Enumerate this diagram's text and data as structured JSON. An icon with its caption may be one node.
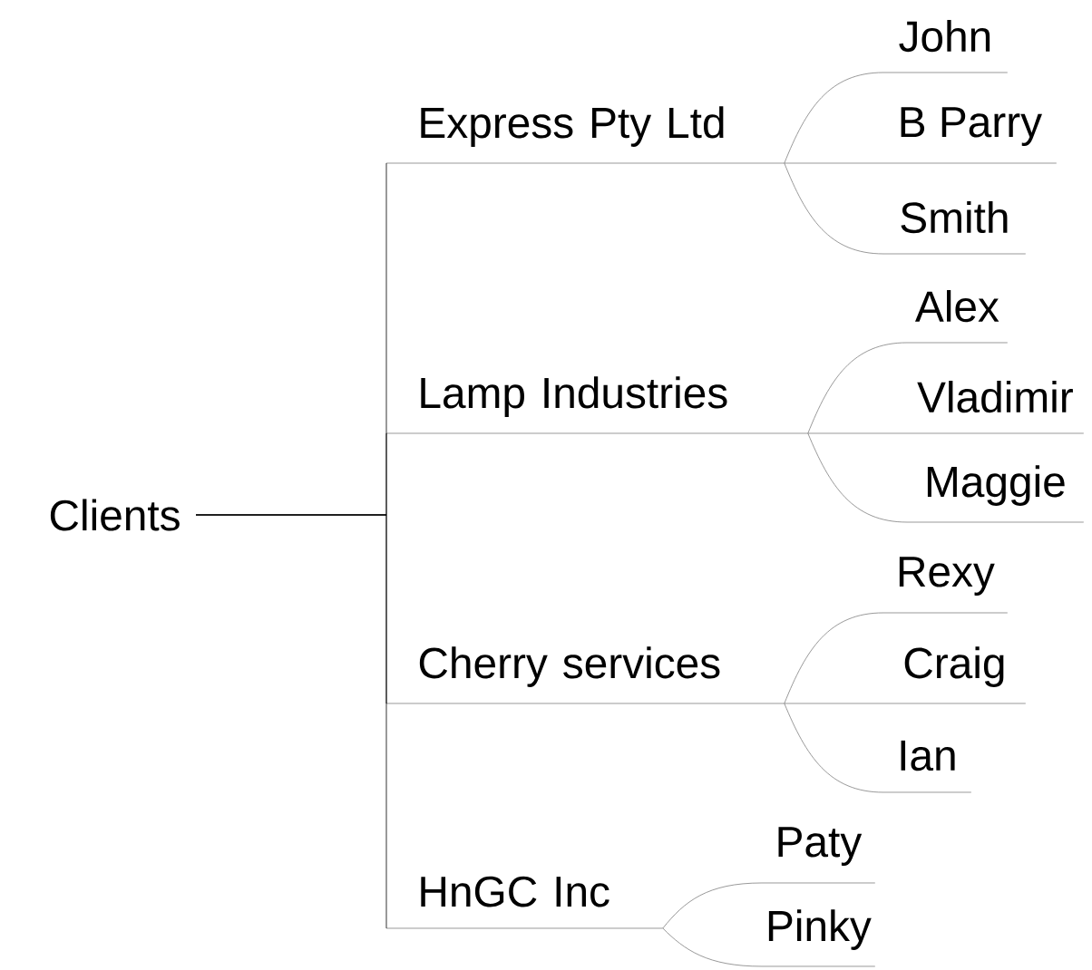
{
  "diagram": {
    "nodes": [
      {
        "text": [
          "Clients"
        ]
      },
      {
        "text": [
          "Express Pty Ltd"
        ]
      },
      {
        "text": [
          "John"
        ]
      },
      {
        "text": [
          "B Parry"
        ]
      },
      {
        "text": [
          "Smith"
        ]
      },
      {
        "text": [
          "Lamp Industries"
        ]
      },
      {
        "text": [
          "Alex"
        ]
      },
      {
        "text": [
          "Vladimir"
        ]
      },
      {
        "text": [
          "Maggie"
        ]
      },
      {
        "text": [
          "Cherry services"
        ]
      },
      {
        "text": [
          "Rexy"
        ]
      },
      {
        "text": [
          "Craig"
        ]
      },
      {
        "text": [
          "Ian"
        ]
      },
      {
        "text": [
          "HnGC Inc"
        ]
      },
      {
        "text": [
          "Paty"
        ]
      },
      {
        "text": [
          "Pinky"
        ]
      }
    ],
    "edges": [
      {
        "from": 0,
        "to": 1,
        "arrow": "none",
        "color": "#000000"
      },
      {
        "from": 0,
        "to": 5,
        "arrow": "none",
        "color": "#000000"
      },
      {
        "from": 0,
        "to": 9,
        "arrow": "none",
        "color": "#000000"
      },
      {
        "from": 0,
        "to": 13,
        "arrow": "none",
        "color": "#000000"
      },
      {
        "from": 1,
        "to": 2,
        "arrow": "none"
      },
      {
        "from": 1,
        "to": 3,
        "arrow": "none"
      },
      {
        "from": 1,
        "to": 4,
        "arrow": "none"
      },
      {
        "from": 5,
        "to": 6,
        "arrow": "none"
      },
      {
        "from": 5,
        "to": 7,
        "arrow": "none"
      },
      {
        "from": 5,
        "to": 8,
        "arrow": "none"
      },
      {
        "from": 9,
        "to": 10,
        "arrow": "none"
      },
      {
        "from": 9,
        "to": 11,
        "arrow": "none"
      },
      {
        "from": 9,
        "to": 12,
        "arrow": "none"
      },
      {
        "from": 13,
        "to": 14,
        "arrow": "none"
      },
      {
        "from": 13,
        "to": 15,
        "arrow": "none"
      }
    ]
  }
}
